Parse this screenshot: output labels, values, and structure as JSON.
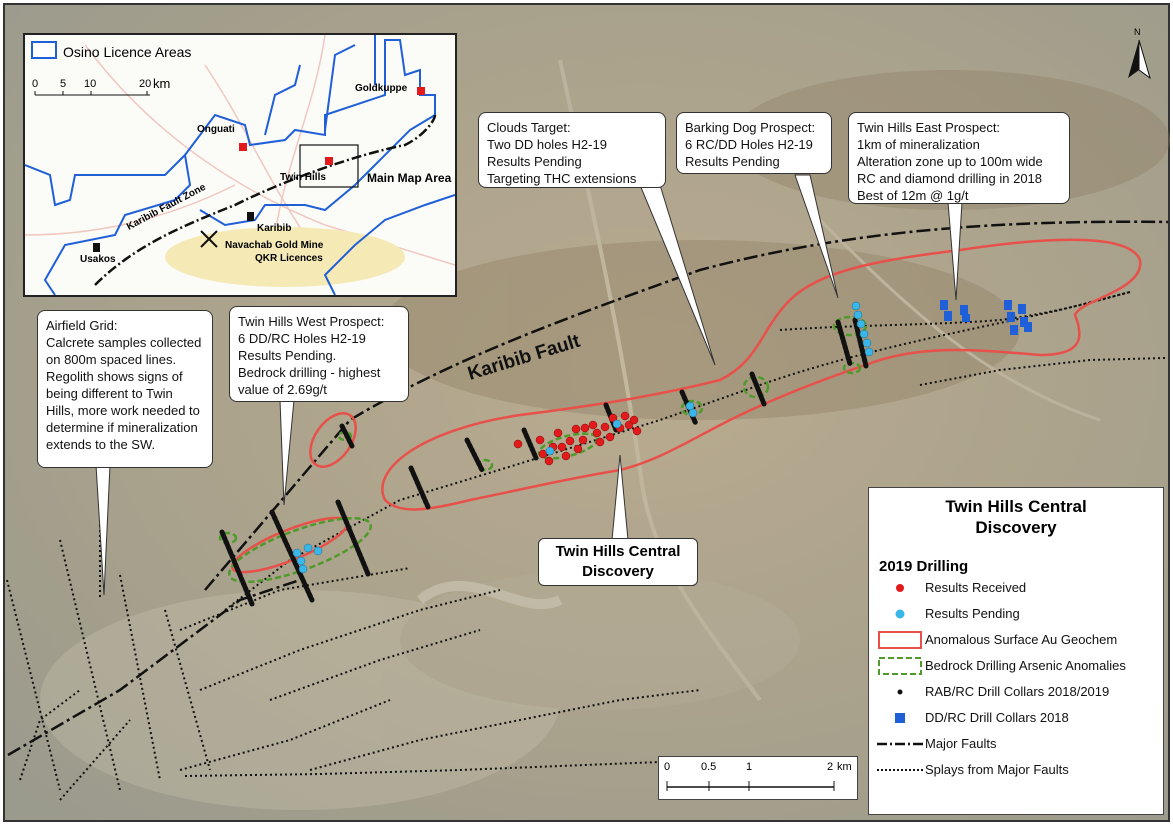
{
  "inset": {
    "legend_label": "Osino Licence Areas",
    "scale_ticks": [
      "0",
      "5",
      "10",
      "20"
    ],
    "scale_unit": "km",
    "places": {
      "goldkuppe": "Goldkuppe",
      "onguati": "Onguati",
      "twin_hills": "Twin Hills",
      "main_map_area": "Main Map Area",
      "karibib_fault_zone": "Karibib Fault Zone",
      "karibib": "Karibib",
      "usakos": "Usakos",
      "navachab": "Navachab Gold Mine",
      "qkr": "QKR Licences"
    }
  },
  "callouts": {
    "airfield": [
      "Airfield Grid:",
      "Calcrete samples collected on 800m spaced lines. Regolith shows signs of being different to Twin Hills, more work needed to determine if mineralization extends to the SW."
    ],
    "thw": [
      "Twin Hills West Prospect:",
      "6 DD/RC Holes H2-19",
      "Results Pending.",
      "Bedrock drilling - highest",
      "value of 2.69g/t"
    ],
    "clouds": [
      "Clouds Target:",
      "Two DD holes H2-19",
      "Results Pending",
      "Targeting THC extensions"
    ],
    "barking": [
      "Barking Dog Prospect:",
      "6 RC/DD Holes H2-19",
      "Results Pending"
    ],
    "the": [
      "Twin Hills East Prospect:",
      "1km of mineralization",
      "Alteration zone up to 100m wide",
      "RC and diamond drilling in 2018",
      "Best of 12m @ 1g/t"
    ]
  },
  "fault_label": "Karibib Fault",
  "central_label": [
    "Twin Hills Central",
    "Discovery"
  ],
  "legend": {
    "title": [
      "Twin Hills Central",
      "Discovery"
    ],
    "subtitle": "2019 Drilling",
    "items": [
      "Results Received",
      "Results Pending",
      "Anomalous Surface Au Geochem",
      "Bedrock Drilling Arsenic Anomalies",
      "RAB/RC Drill Collars 2018/2019",
      "DD/RC Drill Collars 2018",
      "Major Faults",
      "Splays from Major Faults"
    ]
  },
  "scale": {
    "ticks": [
      "0",
      "0.5",
      "1",
      "2"
    ],
    "unit": "km"
  },
  "north": "N",
  "colors": {
    "received": "#e31a1c",
    "pending": "#3ab7e8",
    "geochem": "#e8504a",
    "arsenic": "#4f9a2a",
    "dd_collar": "#1f5fd8",
    "licence": "#1f5fd8"
  }
}
